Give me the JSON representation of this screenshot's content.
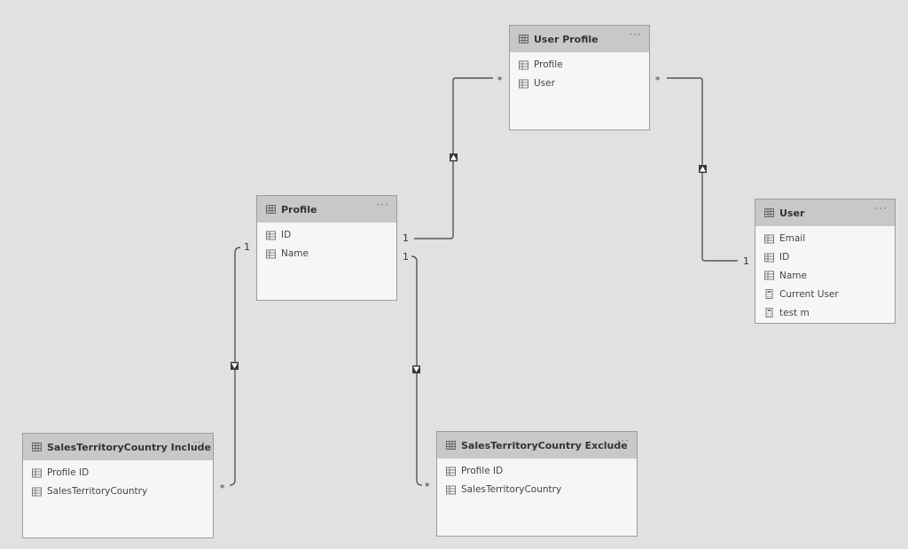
{
  "tables": [
    {
      "id": "user_profile",
      "title": "User Profile",
      "more": "···",
      "fields": [
        {
          "name": "Profile",
          "icon": "column-table-icon"
        },
        {
          "name": "User",
          "icon": "column-table-icon"
        }
      ]
    },
    {
      "id": "profile",
      "title": "Profile",
      "more": "···",
      "fields": [
        {
          "name": "ID",
          "icon": "column-table-icon"
        },
        {
          "name": "Name",
          "icon": "column-table-icon"
        }
      ]
    },
    {
      "id": "user",
      "title": "User",
      "more": "···",
      "fields": [
        {
          "name": "Email",
          "icon": "column-table-icon"
        },
        {
          "name": "ID",
          "icon": "column-table-icon"
        },
        {
          "name": "Name",
          "icon": "column-table-icon"
        },
        {
          "name": "Current User",
          "icon": "measure-calculator-icon"
        },
        {
          "name": "test m",
          "icon": "measure-calculator-icon"
        }
      ]
    },
    {
      "id": "stc_include",
      "title": "SalesTerritoryCountry Include",
      "more": "···",
      "fields": [
        {
          "name": "Profile ID",
          "icon": "column-table-icon"
        },
        {
          "name": "SalesTerritoryCountry",
          "icon": "column-table-icon"
        }
      ]
    },
    {
      "id": "stc_exclude",
      "title": "SalesTerritoryCountry Exclude",
      "more": "···",
      "fields": [
        {
          "name": "Profile ID",
          "icon": "column-table-icon"
        },
        {
          "name": "SalesTerritoryCountry",
          "icon": "column-table-icon"
        }
      ]
    }
  ],
  "relationships": [
    {
      "from": "profile",
      "to": "user_profile",
      "from_cardinality": "1",
      "to_cardinality": "*",
      "direction": "up"
    },
    {
      "from": "user",
      "to": "user_profile",
      "from_cardinality": "1",
      "to_cardinality": "*",
      "direction": "up"
    },
    {
      "from": "profile",
      "to": "stc_include",
      "from_cardinality": "1",
      "to_cardinality": "*",
      "direction": "down"
    },
    {
      "from": "profile",
      "to": "stc_exclude",
      "from_cardinality": "1",
      "to_cardinality": "*",
      "direction": "down"
    }
  ],
  "colors": {
    "canvas": "#e3e1df",
    "header": "#c8c8c8",
    "card": "#f6f6f6",
    "line": "#555555"
  }
}
